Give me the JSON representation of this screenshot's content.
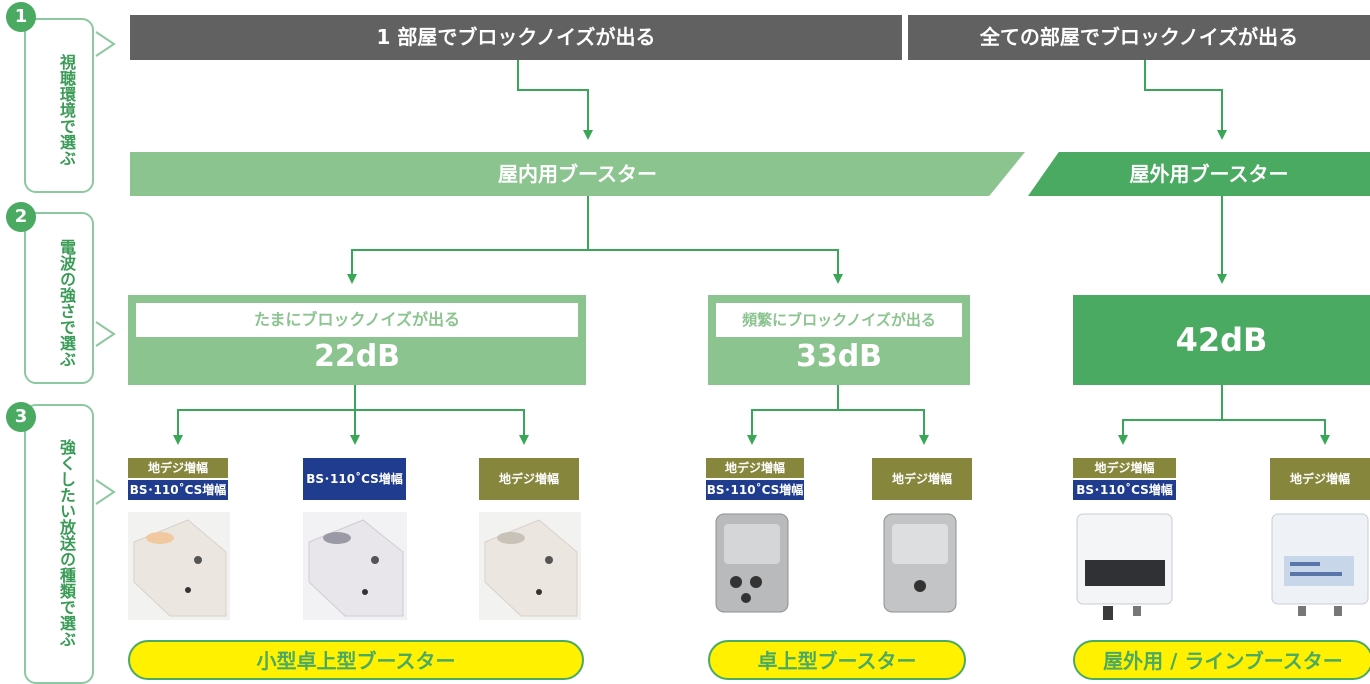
{
  "steps": [
    {
      "num": "1",
      "label": "視聴環境で選ぶ"
    },
    {
      "num": "2",
      "label": "電波の強さで選ぶ"
    },
    {
      "num": "3",
      "label": "強くしたい放送の種類で選ぶ"
    }
  ],
  "top": {
    "one_room": "1 部屋でブロックノイズが出る",
    "all_rooms": "全ての部屋でブロックノイズが出る"
  },
  "bands": {
    "indoor": "屋内用ブースター",
    "outdoor": "屋外用ブースター"
  },
  "levels": [
    {
      "note": "たまにブロックノイズが出る",
      "db": "22dB"
    },
    {
      "note": "頻繁にブロックノイズが出る",
      "db": "33dB"
    },
    {
      "note": "",
      "db": "42dB"
    }
  ],
  "tags": {
    "terrestrial": "地デジ増幅",
    "bs_cs": "BS･110˚CS増幅"
  },
  "categories": {
    "small_desktop": "小型卓上型ブースター",
    "desktop": "卓上型ブースター",
    "outdoor_line": "屋外用 / ラインブースター"
  },
  "colors": {
    "dark_gray": "#616161",
    "light_green": "#8cc490",
    "green": "#4aaa62",
    "olive": "#86873d",
    "navy": "#203c8e",
    "yellow": "#fff100"
  }
}
